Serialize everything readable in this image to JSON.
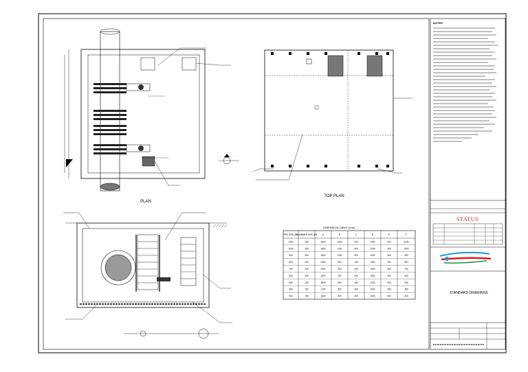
{
  "titles": {
    "plan": "PLAN",
    "top_plan": "TOP PLAN"
  },
  "table": {
    "title": "DIMENSION TABLE (mm)",
    "headers": [
      "PIPE SIZE (DN)",
      "CHAMBER SIZE (W)",
      "A",
      "B",
      "C",
      "D",
      "E",
      "F"
    ],
    "rows": [
      [
        "1200",
        "250",
        "3000",
        "1200",
        "400",
        "1000",
        "300",
        "1100"
      ],
      [
        "1000",
        "250",
        "2800",
        "1100",
        "400",
        "1000",
        "300",
        "1000"
      ],
      [
        "900",
        "250",
        "2600",
        "1000",
        "400",
        "1000",
        "300",
        "900"
      ],
      [
        "800",
        "200",
        "2400",
        "900",
        "400",
        "1000",
        "300",
        "800"
      ],
      [
        "700",
        "200",
        "2200",
        "800",
        "400",
        "1000",
        "300",
        "700"
      ],
      [
        "600",
        "200",
        "2000",
        "700",
        "400",
        "1000",
        "300",
        "600"
      ],
      [
        "500",
        "200",
        "1800",
        "600",
        "400",
        "1000",
        "300",
        "500"
      ],
      [
        "450",
        "150",
        "1700",
        "550",
        "400",
        "1000",
        "300",
        "450"
      ],
      [
        "400",
        "150",
        "1600",
        "500",
        "400",
        "1000",
        "300",
        "400"
      ]
    ]
  },
  "title_block": {
    "notes_heading": "NOTES",
    "status": "STATUS",
    "standard_drawings": "STANDARD DRAWINGS"
  }
}
